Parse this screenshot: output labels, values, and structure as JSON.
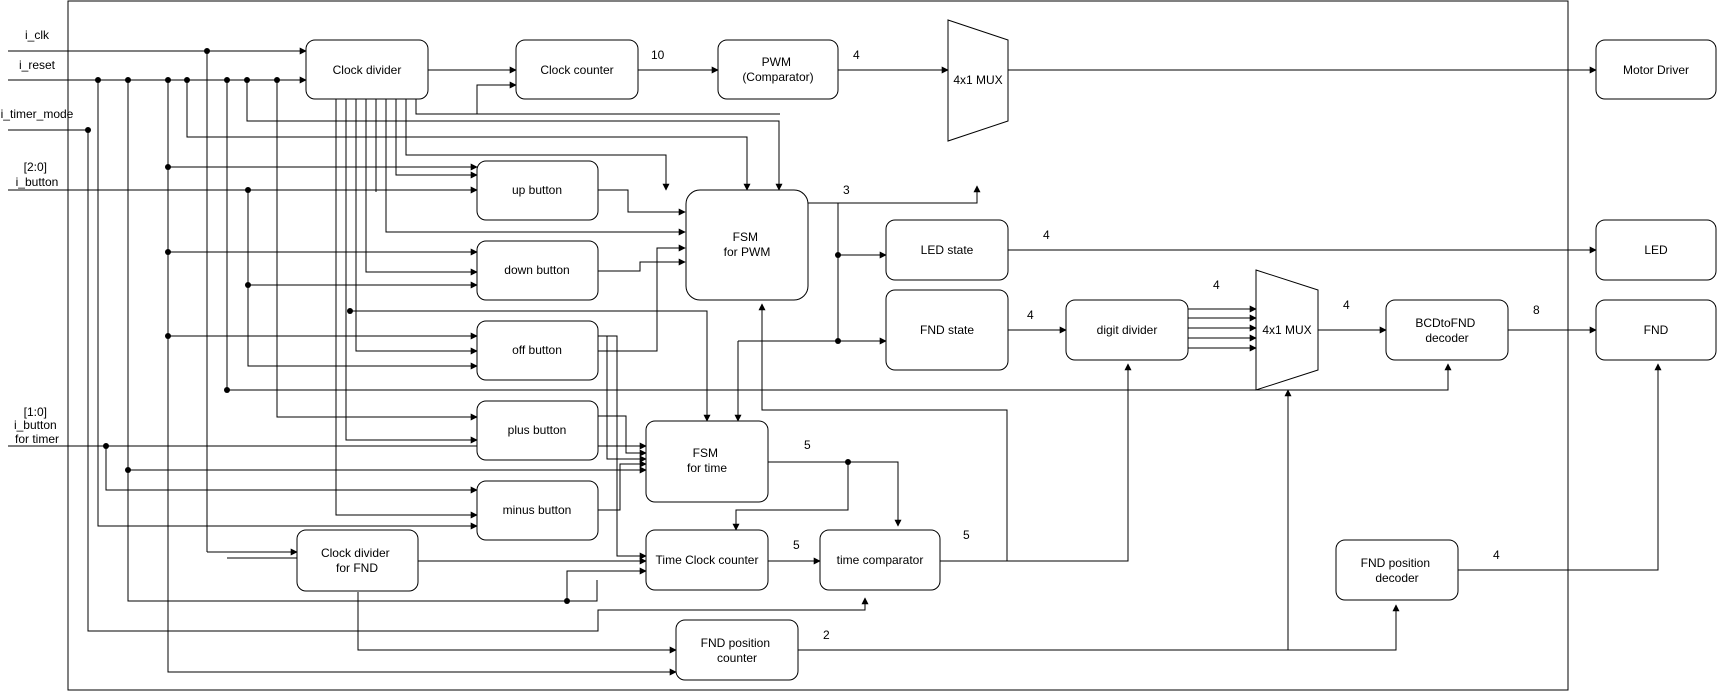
{
  "inputs": {
    "clk": [
      "i_clk"
    ],
    "reset": [
      "i_reset"
    ],
    "timer_mode": [
      "i_timer_mode"
    ],
    "button": [
      "[2:0]",
      "i_button"
    ],
    "timer_button": [
      "[1:0]",
      "i_button",
      "for timer"
    ]
  },
  "blocks": {
    "clock_divider": [
      "Clock divider"
    ],
    "clock_counter": [
      "Clock counter"
    ],
    "pwm": [
      "PWM",
      "(Comparator)"
    ],
    "mux_pwm": [
      "4x1 MUX"
    ],
    "motor_driver": [
      "Motor Driver"
    ],
    "up_button": [
      "up button"
    ],
    "down_button": [
      "down button"
    ],
    "off_button": [
      "off button"
    ],
    "plus_button": [
      "plus button"
    ],
    "minus_button": [
      "minus button"
    ],
    "fsm_pwm": [
      "FSM",
      "for PWM"
    ],
    "fsm_time": [
      "FSM",
      "for time"
    ],
    "led_state": [
      "LED state"
    ],
    "fnd_state": [
      "FND state"
    ],
    "digit_divider": [
      "digit divider"
    ],
    "mux_fnd": [
      "4x1 MUX"
    ],
    "bcd_decoder": [
      "BCDtoFND",
      "decoder"
    ],
    "led": [
      "LED"
    ],
    "fnd": [
      "FND"
    ],
    "clock_divider_fnd": [
      "Clock divider",
      "for FND"
    ],
    "time_clock_counter": [
      "Time Clock counter"
    ],
    "time_comparator": [
      "time comparator"
    ],
    "fnd_position_counter": [
      "FND position",
      "counter"
    ],
    "fnd_position_decoder": [
      "FND position",
      "decoder"
    ]
  },
  "bus_widths": {
    "clock_counter_out": "10",
    "pwm_out": "4",
    "fsm_pwm_out": "3",
    "led_state_out": "4",
    "fnd_state_out": "4",
    "digit_divider_out": "4",
    "mux_fnd_out": "4",
    "bcd_out": "8",
    "fsm_time_out": "5",
    "time_counter_out": "5",
    "comparator_out": "5",
    "position_counter_out": "2",
    "position_decoder_out": "4"
  }
}
